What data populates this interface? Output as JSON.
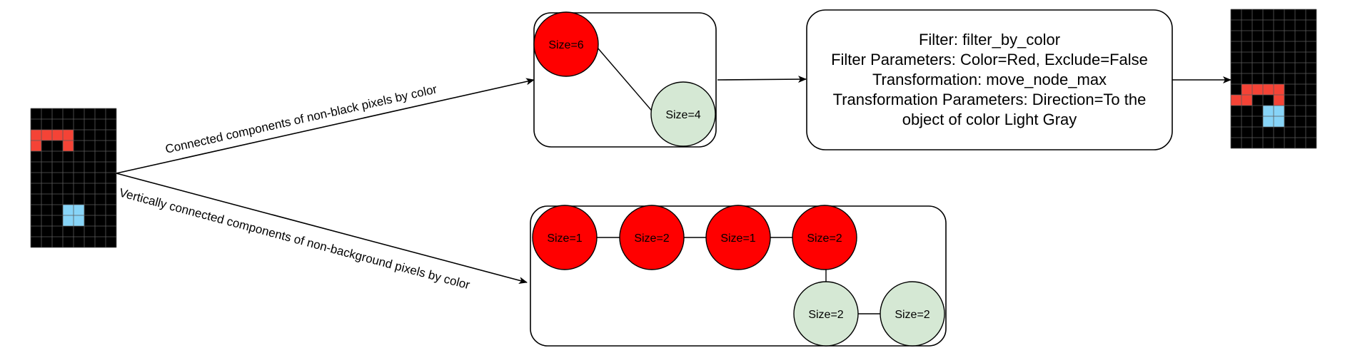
{
  "colors": {
    "red": "#ff0000",
    "light_green": "#d5e8d4",
    "grid_black": "#000000",
    "grid_line": "#5a5a5a",
    "pixel_red": "#f44336",
    "pixel_blue": "#87d4f7"
  },
  "edges": {
    "top_label": "Connected components of non-black pixels by color",
    "bottom_label": "Vertically connected components of non-background pixels by color"
  },
  "graph_top": {
    "nodes": [
      {
        "label": "Size=6",
        "color": "red"
      },
      {
        "label": "Size=4",
        "color": "light_green"
      }
    ]
  },
  "graph_bottom": {
    "nodes": [
      {
        "label": "Size=1",
        "color": "red"
      },
      {
        "label": "Size=2",
        "color": "red"
      },
      {
        "label": "Size=1",
        "color": "red"
      },
      {
        "label": "Size=2",
        "color": "red"
      },
      {
        "label": "Size=2",
        "color": "light_green"
      },
      {
        "label": "Size=2",
        "color": "light_green"
      }
    ]
  },
  "transform_box": {
    "lines": [
      "Filter: filter_by_color",
      "Filter Parameters: Color=Red, Exclude=False",
      "Transformation: move_node_max",
      "Transformation Parameters: Direction=To the",
      "object of color Light Gray"
    ]
  },
  "input_grid": {
    "rows": 13,
    "cols": 8,
    "cells": [
      {
        "r": 2,
        "c": 0,
        "color": "pixel_red"
      },
      {
        "r": 2,
        "c": 1,
        "color": "pixel_red"
      },
      {
        "r": 2,
        "c": 2,
        "color": "pixel_red"
      },
      {
        "r": 2,
        "c": 3,
        "color": "pixel_red"
      },
      {
        "r": 3,
        "c": 0,
        "color": "pixel_red"
      },
      {
        "r": 3,
        "c": 3,
        "color": "pixel_red"
      },
      {
        "r": 9,
        "c": 3,
        "color": "pixel_blue"
      },
      {
        "r": 9,
        "c": 4,
        "color": "pixel_blue"
      },
      {
        "r": 10,
        "c": 3,
        "color": "pixel_blue"
      },
      {
        "r": 10,
        "c": 4,
        "color": "pixel_blue"
      }
    ]
  },
  "output_grid": {
    "rows": 13,
    "cols": 8,
    "cells": [
      {
        "r": 7,
        "c": 1,
        "color": "pixel_red"
      },
      {
        "r": 7,
        "c": 2,
        "color": "pixel_red"
      },
      {
        "r": 7,
        "c": 3,
        "color": "pixel_red"
      },
      {
        "r": 7,
        "c": 4,
        "color": "pixel_red"
      },
      {
        "r": 8,
        "c": 0,
        "color": "pixel_red"
      },
      {
        "r": 8,
        "c": 1,
        "color": "pixel_red"
      },
      {
        "r": 8,
        "c": 4,
        "color": "pixel_red"
      },
      {
        "r": 9,
        "c": 3,
        "color": "pixel_blue"
      },
      {
        "r": 9,
        "c": 4,
        "color": "pixel_blue"
      },
      {
        "r": 10,
        "c": 3,
        "color": "pixel_blue"
      },
      {
        "r": 10,
        "c": 4,
        "color": "pixel_blue"
      }
    ]
  }
}
